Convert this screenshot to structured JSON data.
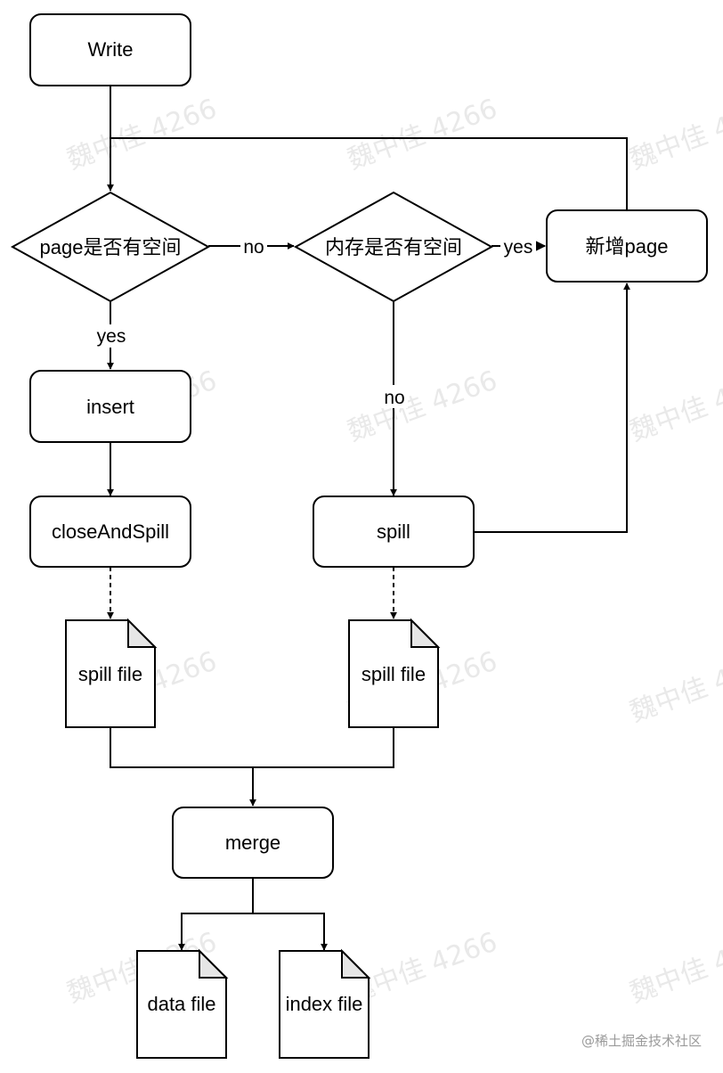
{
  "nodes": {
    "write": "Write",
    "page_check": "page是否有空间",
    "memory_check": "内存是否有空间",
    "new_page": "新增page",
    "insert": "insert",
    "close_and_spill": "closeAndSpill",
    "spill": "spill",
    "spill_file_left": "spill file",
    "spill_file_right": "spill file",
    "merge": "merge",
    "data_file": "data file",
    "index_file": "index file"
  },
  "edges": {
    "page_no": "no",
    "page_yes": "yes",
    "memory_yes": "yes",
    "memory_no": "no"
  },
  "watermark": "魏中佳 4266",
  "credit": "@稀土掘金技术社区"
}
